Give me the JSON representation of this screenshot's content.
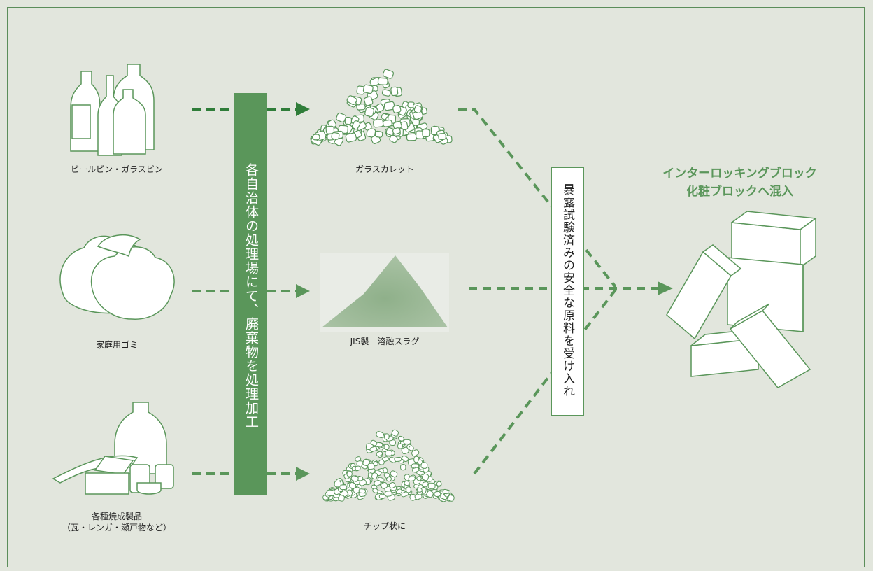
{
  "sources": {
    "bottles_label": "ビールビン・ガラスビン",
    "garbage_label": "家庭用ゴミ",
    "ceramics_label_1": "各種焼成製品",
    "ceramics_label_2": "（瓦・レンガ・瀬戸物など）"
  },
  "processing_bar_text": "各自治体の処理場にて、廃棄物を処理加工",
  "materials": {
    "cullet_label": "ガラスカレット",
    "slag_label": "JIS製　溶融スラグ",
    "chip_label": "チップ状に"
  },
  "acceptance_box_text": "暴露試験済みの安全な原料を受け入れ",
  "destination": {
    "title_line1": "インターロッキングブロック",
    "title_line2": "化粧ブロックへ混入"
  },
  "colors": {
    "background": "#e2e6dd",
    "accent_green": "#5a965a",
    "dark_green": "#2f7d39",
    "arrow_green": "#5a965a"
  }
}
